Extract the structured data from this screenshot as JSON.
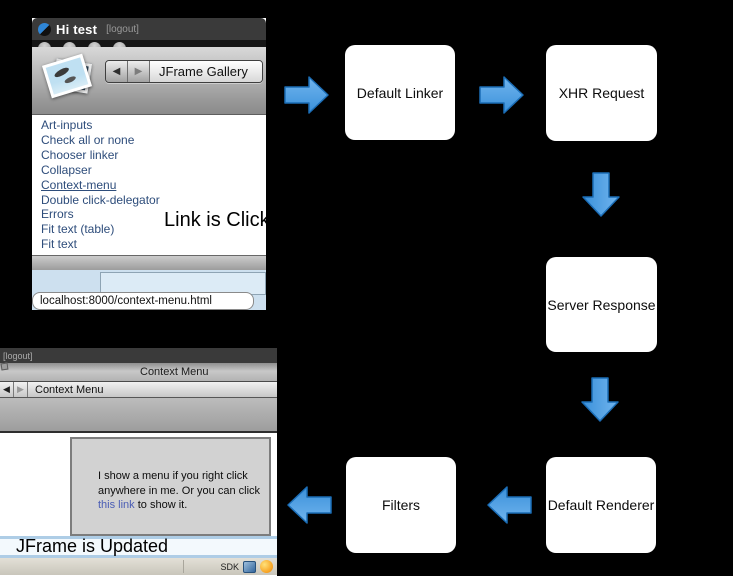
{
  "annotations": {
    "link_clicked": "Link is Clicked",
    "jframe_updated": "JFrame is Updated"
  },
  "flowchart": {
    "boxes": [
      {
        "id": "default-linker",
        "label": "Default Linker"
      },
      {
        "id": "xhr-request",
        "label": "XHR Request"
      },
      {
        "id": "server-response",
        "label": "Server Response"
      },
      {
        "id": "default-renderer",
        "label": "Default Renderer"
      },
      {
        "id": "filters",
        "label": "Filters"
      }
    ]
  },
  "icons": {
    "back_glyph": "◀",
    "forward_glyph": "▶"
  },
  "top_window": {
    "title": "Hi test",
    "logout": "[logout]",
    "gallery_dropdown": "JFrame Gallery",
    "links": [
      "Art-inputs",
      "Check all or none",
      "Chooser linker",
      "Collapser",
      "Context-menu",
      "Double click-delegator",
      "Errors",
      "Fit text (table)",
      "Fit text"
    ],
    "active_link": "Context-menu",
    "url_bar": "localhost:8000/context-menu.html"
  },
  "bottom_window": {
    "logout": "[logout]",
    "window_title": "Context Menu",
    "nav_label": "Context Menu",
    "content_line1": "I show a menu if you right click",
    "content_line2": "anywhere in me. Or you can click",
    "content_link": "this link",
    "content_line3_rest": " to show it.",
    "taskbar": {
      "sdk_label": "SDK"
    }
  },
  "colors": {
    "arrow_fill_top": "#71b5ee",
    "arrow_fill_bottom": "#3a90da",
    "arrow_stroke": "#1b6db6",
    "page_link": "#2e4d7b",
    "content_link": "#4a5db5",
    "background": "#000000",
    "flowbox_bg": "#ffffff"
  }
}
